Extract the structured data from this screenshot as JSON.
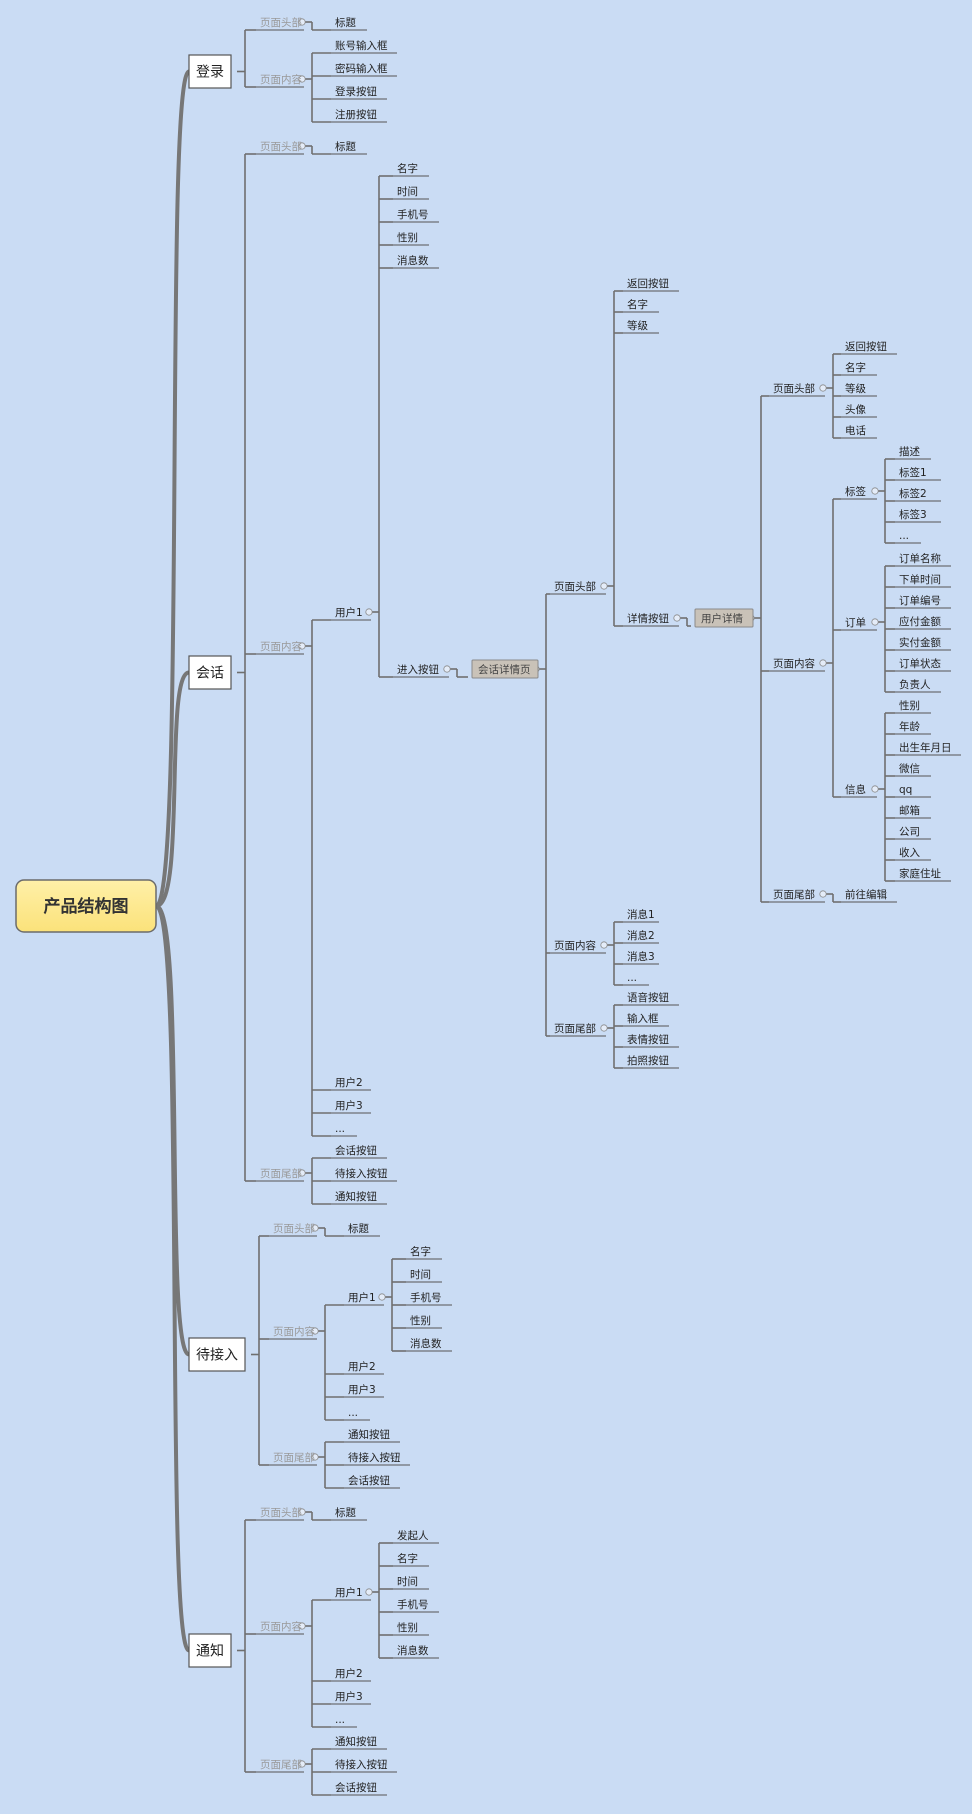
{
  "root": "产品结构图",
  "sections": [
    {
      "label": "登录",
      "groups": [
        {
          "label": "页面头部",
          "items": [
            {
              "label": "标题"
            }
          ]
        },
        {
          "label": "页面内容",
          "items": [
            {
              "label": "账号输入框"
            },
            {
              "label": "密码输入框"
            },
            {
              "label": "登录按钮"
            },
            {
              "label": "注册按钮"
            }
          ]
        }
      ]
    },
    {
      "label": "会话",
      "groups": [
        {
          "label": "页面头部",
          "items": [
            {
              "label": "标题"
            }
          ]
        },
        {
          "label": "页面内容",
          "items": [
            {
              "label": "用户1",
              "items": [
                {
                  "label": "名字"
                },
                {
                  "label": "时间"
                },
                {
                  "label": "手机号"
                },
                {
                  "label": "性别"
                },
                {
                  "label": "消息数"
                },
                {
                  "label": "进入按钮",
                  "items": [
                    {
                      "label": "会话详情页",
                      "items": [
                        {
                          "label": "页面头部",
                          "items": [
                            {
                              "label": "返回按钮"
                            },
                            {
                              "label": "名字"
                            },
                            {
                              "label": "等级"
                            },
                            {
                              "label": "详情按钮",
                              "items": [
                                {
                                  "label": "用户详情",
                                  "items": [
                                    {
                                      "label": "页面头部",
                                      "items": [
                                        {
                                          "label": "返回按钮"
                                        },
                                        {
                                          "label": "名字"
                                        },
                                        {
                                          "label": "等级"
                                        },
                                        {
                                          "label": "头像"
                                        },
                                        {
                                          "label": "电话"
                                        }
                                      ]
                                    },
                                    {
                                      "label": "页面内容",
                                      "items": [
                                        {
                                          "label": "标签",
                                          "items": [
                                            {
                                              "label": "描述"
                                            },
                                            {
                                              "label": "标签1"
                                            },
                                            {
                                              "label": "标签2"
                                            },
                                            {
                                              "label": "标签3"
                                            },
                                            {
                                              "label": "..."
                                            }
                                          ]
                                        },
                                        {
                                          "label": "订单",
                                          "items": [
                                            {
                                              "label": "订单名称"
                                            },
                                            {
                                              "label": "下单时间"
                                            },
                                            {
                                              "label": "订单编号"
                                            },
                                            {
                                              "label": "应付金额"
                                            },
                                            {
                                              "label": "实付金额"
                                            },
                                            {
                                              "label": "订单状态"
                                            },
                                            {
                                              "label": "负责人"
                                            }
                                          ]
                                        },
                                        {
                                          "label": "信息",
                                          "items": [
                                            {
                                              "label": "性别"
                                            },
                                            {
                                              "label": "年龄"
                                            },
                                            {
                                              "label": "出生年月日"
                                            },
                                            {
                                              "label": "微信"
                                            },
                                            {
                                              "label": "qq"
                                            },
                                            {
                                              "label": "邮箱"
                                            },
                                            {
                                              "label": "公司"
                                            },
                                            {
                                              "label": "收入"
                                            },
                                            {
                                              "label": "家庭住址"
                                            }
                                          ]
                                        }
                                      ]
                                    },
                                    {
                                      "label": "页面尾部",
                                      "items": [
                                        {
                                          "label": "前往编辑"
                                        }
                                      ]
                                    }
                                  ]
                                }
                              ]
                            }
                          ]
                        },
                        {
                          "label": "页面内容",
                          "items": [
                            {
                              "label": "消息1"
                            },
                            {
                              "label": "消息2"
                            },
                            {
                              "label": "消息3"
                            },
                            {
                              "label": "..."
                            }
                          ]
                        },
                        {
                          "label": "页面尾部",
                          "items": [
                            {
                              "label": "语音按钮"
                            },
                            {
                              "label": "输入框"
                            },
                            {
                              "label": "表情按钮"
                            },
                            {
                              "label": "拍照按钮"
                            }
                          ]
                        }
                      ]
                    }
                  ]
                }
              ]
            },
            {
              "label": "用户2"
            },
            {
              "label": "用户3"
            },
            {
              "label": "..."
            }
          ]
        },
        {
          "label": "页面尾部",
          "items": [
            {
              "label": "会话按钮"
            },
            {
              "label": "待接入按钮"
            },
            {
              "label": "通知按钮"
            }
          ]
        }
      ]
    },
    {
      "label": "待接入",
      "groups": [
        {
          "label": "页面头部",
          "items": [
            {
              "label": "标题"
            }
          ]
        },
        {
          "label": "页面内容",
          "items": [
            {
              "label": "用户1",
              "items": [
                {
                  "label": "名字"
                },
                {
                  "label": "时间"
                },
                {
                  "label": "手机号"
                },
                {
                  "label": "性别"
                },
                {
                  "label": "消息数"
                }
              ]
            },
            {
              "label": "用户2"
            },
            {
              "label": "用户3"
            },
            {
              "label": "..."
            }
          ]
        },
        {
          "label": "页面尾部",
          "items": [
            {
              "label": "通知按钮"
            },
            {
              "label": "待接入按钮"
            },
            {
              "label": "会话按钮"
            }
          ]
        }
      ]
    },
    {
      "label": "通知",
      "groups": [
        {
          "label": "页面头部",
          "items": [
            {
              "label": "标题"
            }
          ]
        },
        {
          "label": "页面内容",
          "items": [
            {
              "label": "用户1",
              "items": [
                {
                  "label": "发起人"
                },
                {
                  "label": "名字"
                },
                {
                  "label": "时间"
                },
                {
                  "label": "手机号"
                },
                {
                  "label": "性别"
                },
                {
                  "label": "消息数"
                }
              ]
            },
            {
              "label": "用户2"
            },
            {
              "label": "用户3"
            },
            {
              "label": "..."
            }
          ]
        },
        {
          "label": "页面尾部",
          "items": [
            {
              "label": "通知按钮"
            },
            {
              "label": "待接入按钮"
            },
            {
              "label": "会话按钮"
            }
          ]
        }
      ]
    }
  ]
}
